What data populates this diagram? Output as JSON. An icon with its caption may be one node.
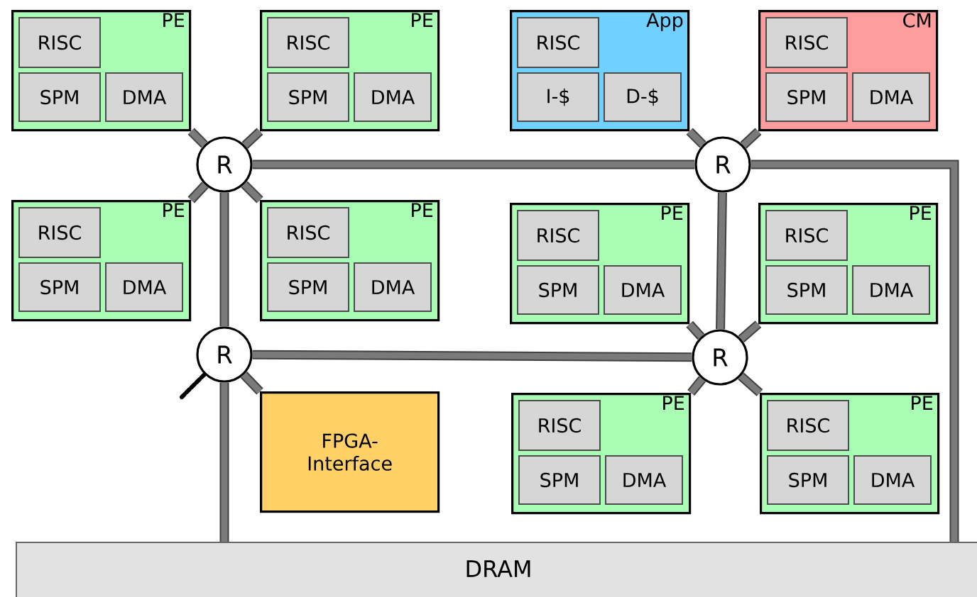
{
  "diagram": {
    "nodes": [
      {
        "text": [
          "PE"
        ]
      },
      {
        "text": [
          "RISC"
        ],
        "in": 0
      },
      {
        "text": [
          "SPM"
        ],
        "in": 0
      },
      {
        "text": [
          "DMA"
        ],
        "in": 0
      },
      {
        "text": [
          "PE"
        ]
      },
      {
        "text": [
          "RISC"
        ],
        "in": 4
      },
      {
        "text": [
          "SPM"
        ],
        "in": 4
      },
      {
        "text": [
          "DMA"
        ],
        "in": 4
      },
      {
        "text": [
          "App"
        ]
      },
      {
        "text": [
          "RISC"
        ],
        "in": 8
      },
      {
        "text": [
          "I-$"
        ],
        "in": 8
      },
      {
        "text": [
          "D-$"
        ],
        "in": 8
      },
      {
        "text": [
          "CM"
        ]
      },
      {
        "text": [
          "RISC"
        ],
        "in": 12
      },
      {
        "text": [
          "SPM"
        ],
        "in": 12
      },
      {
        "text": [
          "DMA"
        ],
        "in": 12
      },
      {
        "text": [
          "R"
        ]
      },
      {
        "text": [
          "R"
        ]
      },
      {
        "text": [
          "PE"
        ]
      },
      {
        "text": [
          "RISC"
        ],
        "in": 18
      },
      {
        "text": [
          "SPM"
        ],
        "in": 18
      },
      {
        "text": [
          "DMA"
        ],
        "in": 18
      },
      {
        "text": [
          "PE"
        ]
      },
      {
        "text": [
          "RISC"
        ],
        "in": 22
      },
      {
        "text": [
          "SPM"
        ],
        "in": 22
      },
      {
        "text": [
          "DMA"
        ],
        "in": 22
      },
      {
        "text": [
          "PE"
        ]
      },
      {
        "text": [
          "RISC"
        ],
        "in": 26
      },
      {
        "text": [
          "SPM"
        ],
        "in": 26
      },
      {
        "text": [
          "DMA"
        ],
        "in": 26
      },
      {
        "text": [
          "PE"
        ]
      },
      {
        "text": [
          "RISC"
        ],
        "in": 30
      },
      {
        "text": [
          "SPM"
        ],
        "in": 30
      },
      {
        "text": [
          "DMA"
        ],
        "in": 30
      },
      {
        "text": [
          "R"
        ]
      },
      {
        "text": [
          "R"
        ]
      },
      {
        "text": [
          "FPGA- Interface"
        ]
      },
      {
        "text": [
          "PE"
        ]
      },
      {
        "text": [
          "RISC"
        ],
        "in": 37
      },
      {
        "text": [
          "SPM"
        ],
        "in": 37
      },
      {
        "text": [
          "DMA"
        ],
        "in": 37
      },
      {
        "text": [
          "PE"
        ]
      },
      {
        "text": [
          "RISC"
        ],
        "in": 41
      },
      {
        "text": [
          "SPM"
        ],
        "in": 41
      },
      {
        "text": [
          "DMA"
        ],
        "in": 41
      },
      {
        "text": [
          "DRAM"
        ]
      }
    ],
    "edges": [
      {
        "from": 16,
        "to": 0,
        "arrow": "none"
      },
      {
        "from": 16,
        "to": 4,
        "arrow": "none"
      },
      {
        "from": 16,
        "to": 18,
        "arrow": "none"
      },
      {
        "from": 16,
        "to": 22,
        "arrow": "none"
      },
      {
        "from": 17,
        "to": 8,
        "arrow": "none"
      },
      {
        "from": 17,
        "to": 12,
        "arrow": "none"
      },
      {
        "from": 35,
        "to": 26,
        "arrow": "none"
      },
      {
        "from": 35,
        "to": 30,
        "arrow": "none"
      },
      {
        "from": 35,
        "to": 37,
        "arrow": "none"
      },
      {
        "from": 35,
        "to": 41,
        "arrow": "none"
      },
      {
        "from": 16,
        "to": 17,
        "arrow": "none"
      },
      {
        "from": 16,
        "to": 34,
        "arrow": "none"
      },
      {
        "from": 17,
        "to": 35,
        "arrow": "none"
      },
      {
        "from": 34,
        "to": 35,
        "arrow": "none"
      },
      {
        "from": 34,
        "to": 36,
        "arrow": "none"
      },
      {
        "from": 34,
        "to": 45,
        "arrow": "none"
      },
      {
        "from": 17,
        "to": 45,
        "arrow": "none"
      },
      {
        "from": 34,
        "to": null,
        "arrow": "none",
        "style": "dashed"
      }
    ]
  }
}
